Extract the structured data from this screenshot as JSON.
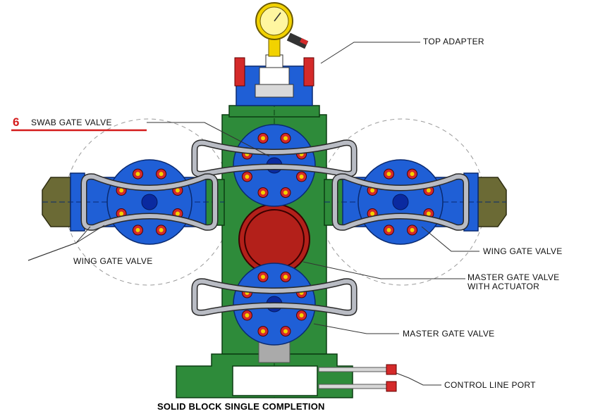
{
  "title": "SOLID BLOCK SINGLE COMPLETION",
  "callout_number": "6",
  "labels": {
    "top_adapter": "TOP ADAPTER",
    "swab_gate_valve": "SWAB GATE VALVE",
    "wing_gate_valve_left": "WING GATE VALVE",
    "wing_gate_valve_right": "WING GATE VALVE",
    "master_gate_valve_actuator_line1": "MASTER GATE VALVE",
    "master_gate_valve_actuator_line2": "WITH ACTUATOR",
    "master_gate_valve": "MASTER GATE VALVE",
    "control_line_port": "CONTROL LINE PORT"
  },
  "colors": {
    "body_green": "#2e8b3a",
    "valve_blue": "#1f5fd6",
    "handle_grey": "#b9bcc4",
    "bolt_red": "#d42a2a",
    "actuator_red": "#b3201a",
    "flange_olive": "#6b6a35",
    "gauge_yellow": "#f2d200",
    "callout_red": "#d41c1c"
  }
}
